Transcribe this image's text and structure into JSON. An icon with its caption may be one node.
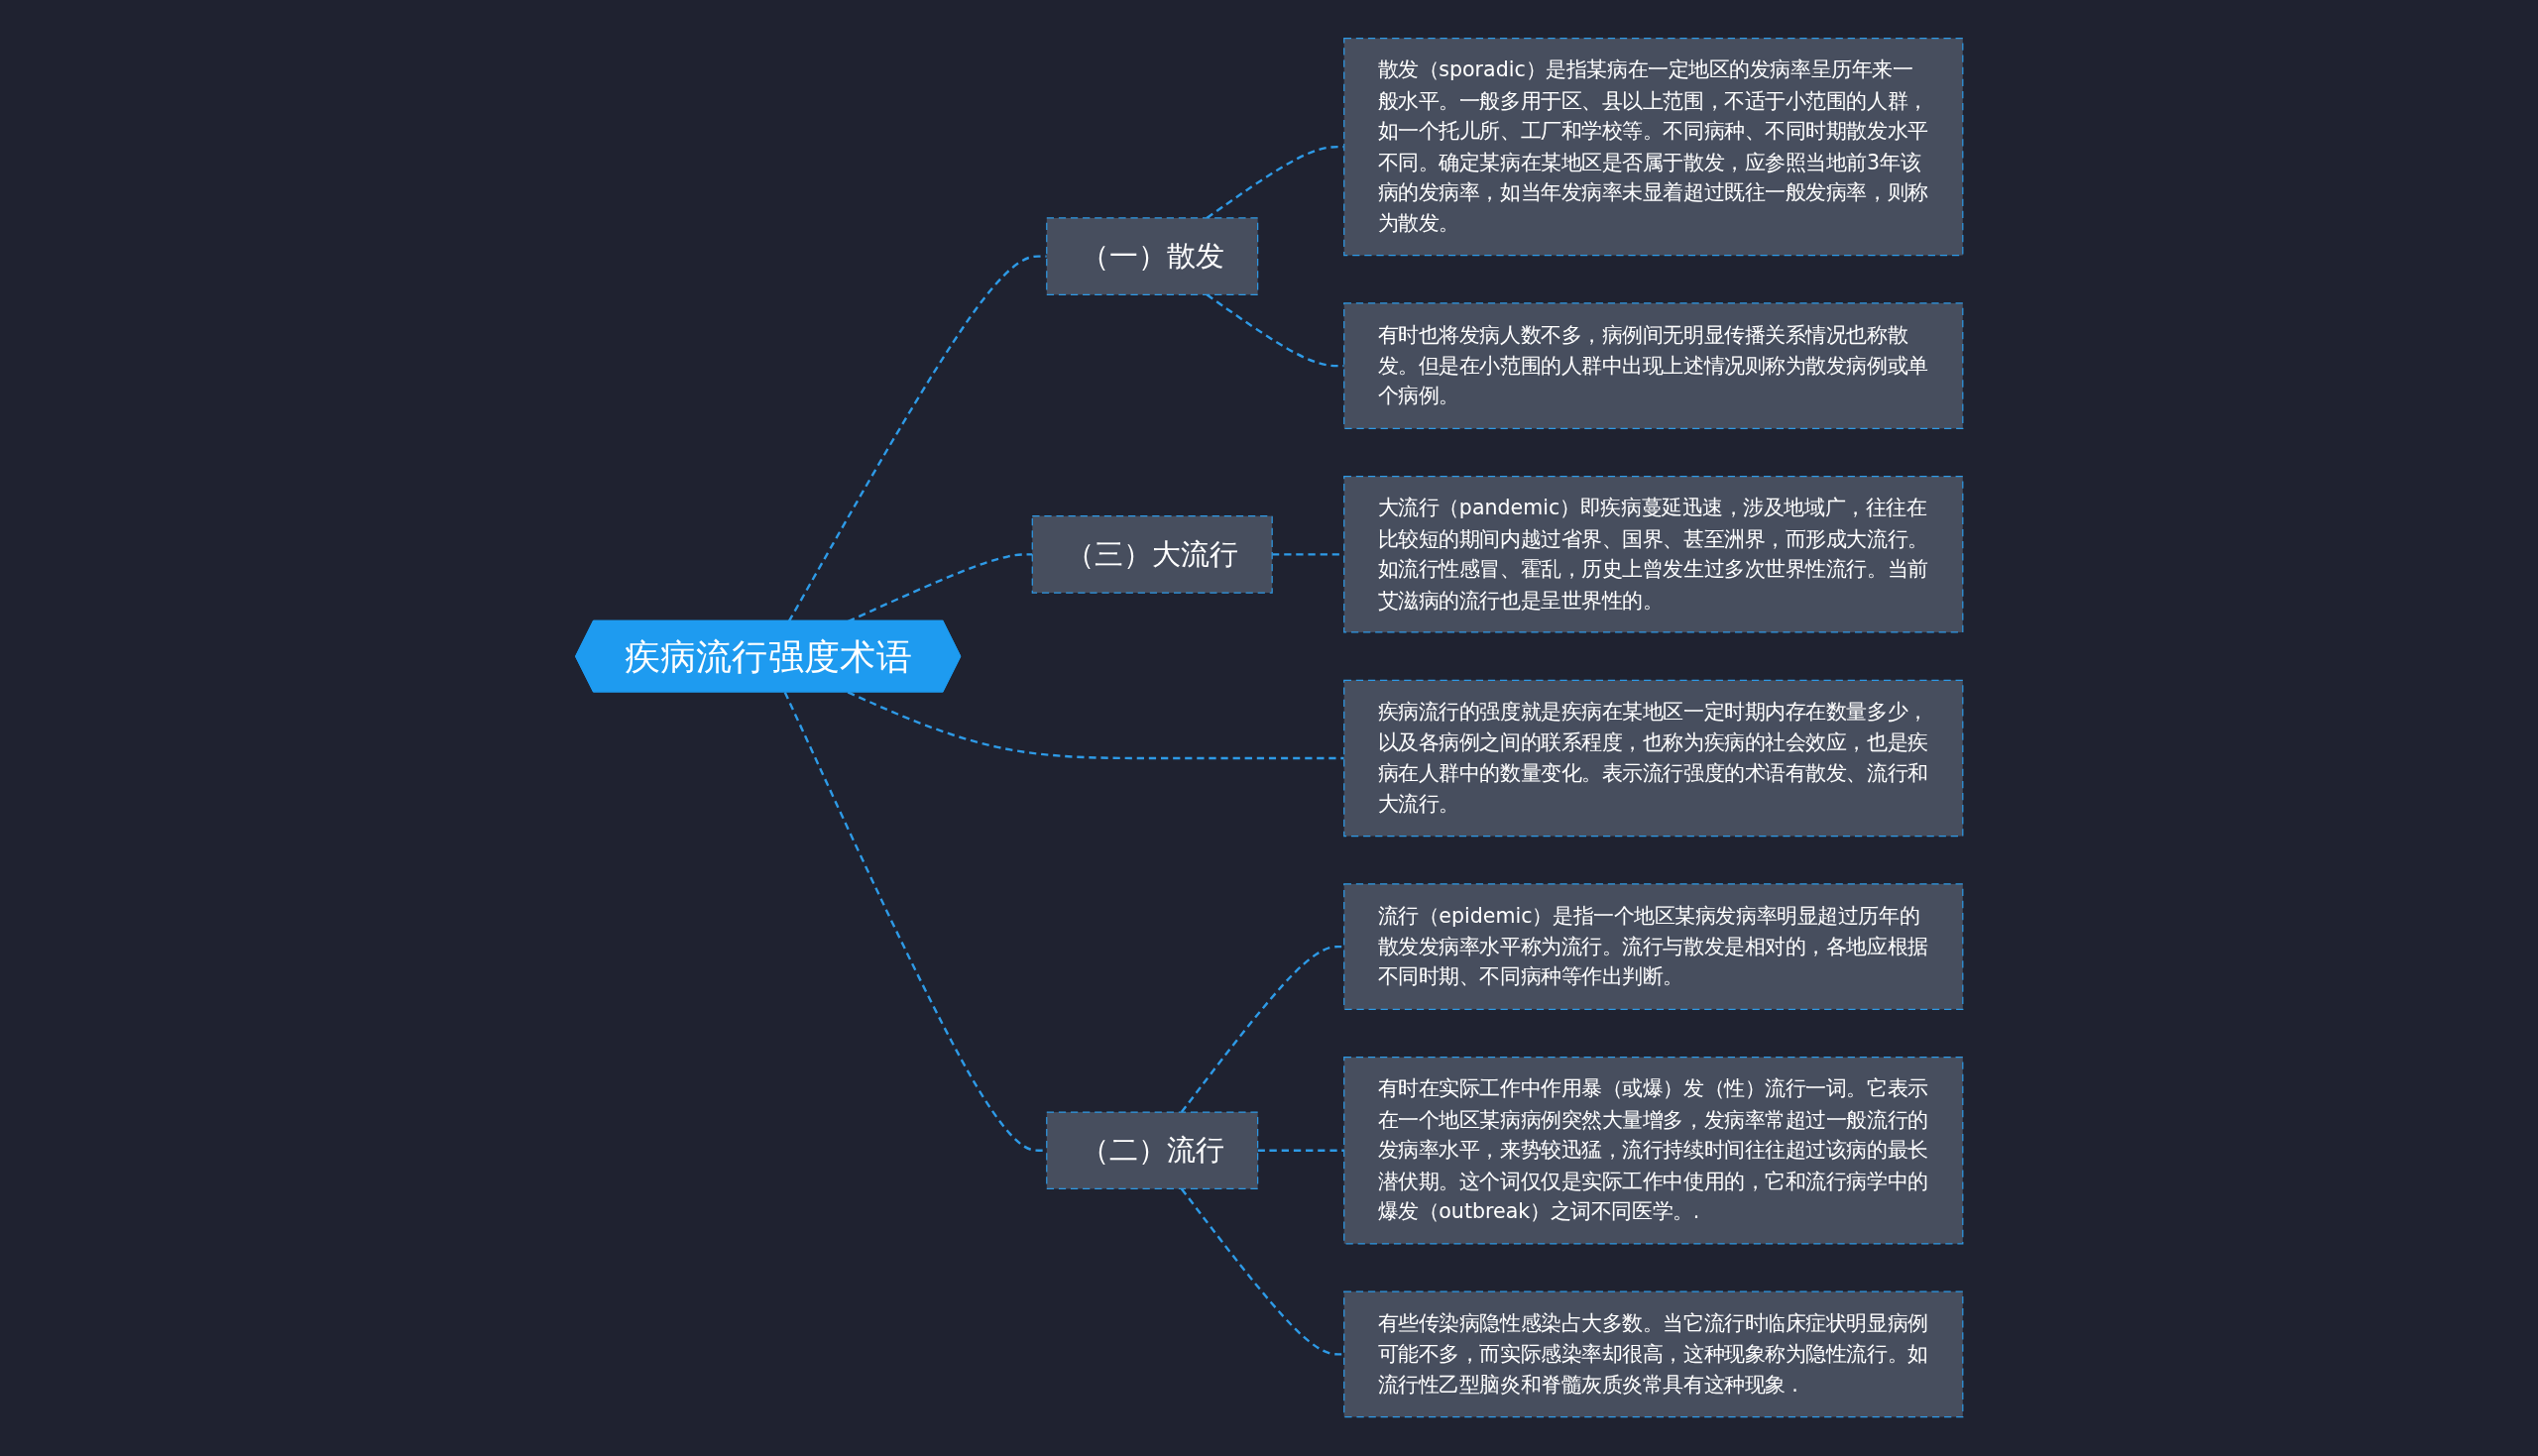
{
  "diagram": {
    "nodes": [
      {
        "text": [
          "疾病流行强度术语"
        ]
      },
      {
        "text": [
          "（一）散发"
        ]
      },
      {
        "text": [
          "散发（sporadic）是指某病在一定地区的发病率呈历年来一般水平。一般多用于区、县以上范围，不适于小范围的人群，如一个托儿所、工厂和学校等。不同病种、不同时期散发水平不同。确定某病在某地区是否属于散发，应参照当地前3年该病的发病率，如当年发病率未显着超过既往一般发病率，则称为散发。"
        ]
      },
      {
        "text": [
          "有时也将发病人数不多，病例间无明显传播关系情况也称散发。但是在小范围的人群中出现上述情况则称为散发病例或单个病例。"
        ]
      },
      {
        "text": [
          "（三）大流行"
        ]
      },
      {
        "text": [
          "大流行（pandemic）即疾病蔓延迅速，涉及地域广，往往在比较短的期间内越过省界、国界、甚至洲界，而形成大流行。如流行性感冒、霍乱，历史上曾发生过多次世界性流行。当前艾滋病的流行也是呈世界性的。"
        ]
      },
      {
        "text": [
          "疾病流行的强度就是疾病在某地区一定时期内存在数量多少，以及各病例之间的联系程度，也称为疾病的社会效应，也是疾病在人群中的数量变化。表示流行强度的术语有散发、流行和大流行。"
        ]
      },
      {
        "text": [
          "（二）流行"
        ]
      },
      {
        "text": [
          "流行（epidemic）是指一个地区某病发病率明显超过历年的散发发病率水平称为流行。流行与散发是相对的，各地应根据不同时期、不同病种等作出判断。"
        ]
      },
      {
        "text": [
          "有时在实际工作中作用暴（或爆）发（性）流行一词。它表示在一个地区某病病例突然大量增多，发病率常超过一般流行的发病率水平，来势较迅猛，流行持续时间往往超过该病的最长潜伏期。这个词仅仅是实际工作中使用的，它和流行病学中的爆发（outbreak）之词不同医学。."
        ]
      },
      {
        "text": [
          "有些传染病隐性感染占大多数。当它流行时临床症状明显病例可能不多，而实际感染率却很高，这种现象称为隐性流行。如流行性乙型脑炎和脊髓灰质炎常具有这种现象 ."
        ]
      }
    ],
    "edges": [
      {
        "from": 0,
        "to": 1,
        "arrow": "none",
        "style": "dashed"
      },
      {
        "from": 1,
        "to": 2,
        "arrow": "none",
        "style": "dashed"
      },
      {
        "from": 1,
        "to": 3,
        "arrow": "none",
        "style": "dashed"
      },
      {
        "from": 0,
        "to": 4,
        "arrow": "none",
        "style": "dashed"
      },
      {
        "from": 4,
        "to": 5,
        "arrow": "none",
        "style": "dashed"
      },
      {
        "from": 0,
        "to": 6,
        "arrow": "none",
        "style": "dashed"
      },
      {
        "from": 0,
        "to": 7,
        "arrow": "none",
        "style": "dashed"
      },
      {
        "from": 7,
        "to": 8,
        "arrow": "none",
        "style": "dashed"
      },
      {
        "from": 7,
        "to": 9,
        "arrow": "none",
        "style": "dashed"
      },
      {
        "from": 7,
        "to": 10,
        "arrow": "none",
        "style": "dashed"
      }
    ]
  }
}
